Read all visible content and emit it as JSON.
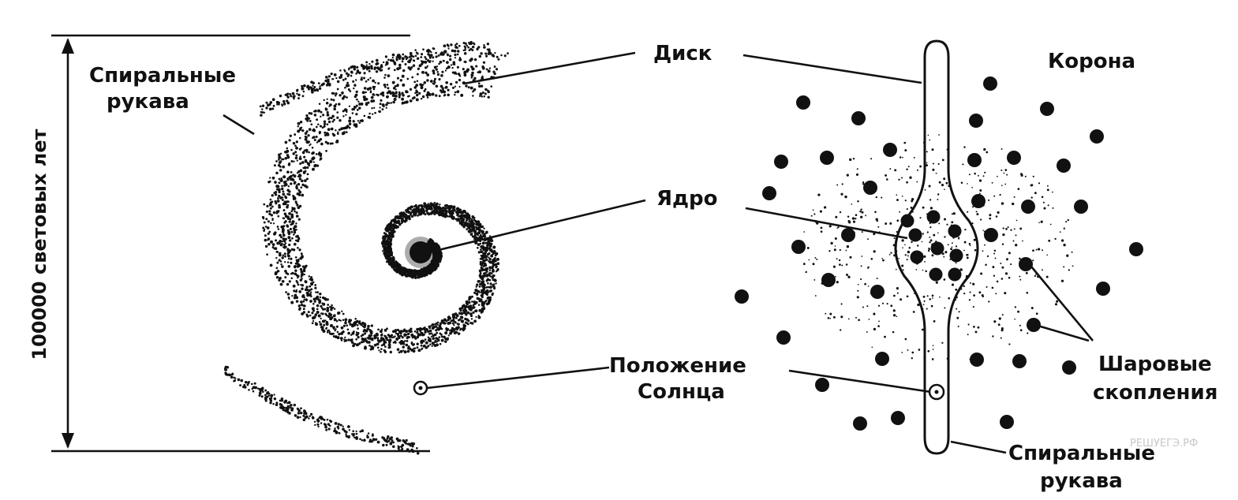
{
  "labels": {
    "scale": "100000 световых лет",
    "spiral_arms_left": [
      "Спиральные",
      "рукава"
    ],
    "disk": "Диск",
    "corona": "Корона",
    "nucleus": "Ядро",
    "sun_position": [
      "Положение",
      "Солнца"
    ],
    "globular_clusters": [
      "Шаровые",
      "скопления"
    ],
    "spiral_arms_right": [
      "Спиральные",
      "рукава"
    ]
  },
  "watermark": "РЕШУЕГЭ.РФ",
  "colors": {
    "ink": "#111111",
    "background": "#ffffff",
    "watermark": "#c8c8c8"
  }
}
